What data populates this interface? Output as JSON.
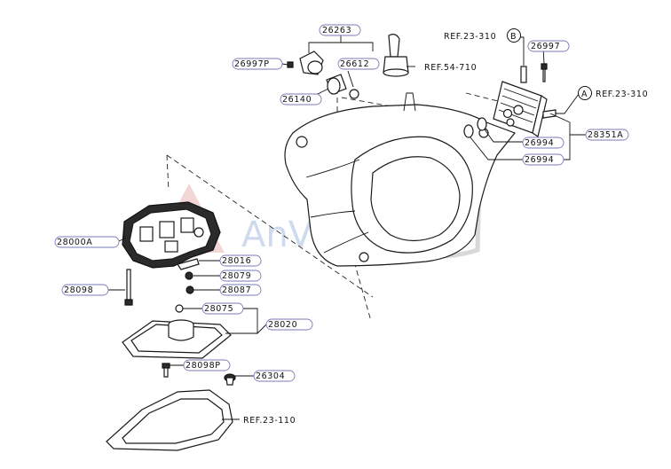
{
  "labels": {
    "p26263": "26263",
    "p26997P": "26997P",
    "p26612": "26612",
    "p26140": "26140",
    "ref54_710": "REF.54-710",
    "ref23_310_b": "REF.23-310",
    "callout_b": "B",
    "p26997": "26997",
    "callout_a": "A",
    "ref23_310_a": "REF.23-310",
    "p26994_1": "26994",
    "p26994_2": "26994",
    "p28351A": "28351A",
    "p28000A": "28000A",
    "p28016": "28016",
    "p28079": "28079",
    "p28087": "28087",
    "p28098": "28098",
    "p28075": "28075",
    "p28020": "28020",
    "p28098P": "28098P",
    "p26304": "26304",
    "ref23_110": "REF.23-110"
  },
  "watermark": {
    "text": "AnVie",
    "colors": {
      "red": "#e8b3b3",
      "blue": "#9fb6de",
      "grey": "#c8c8c8"
    }
  }
}
